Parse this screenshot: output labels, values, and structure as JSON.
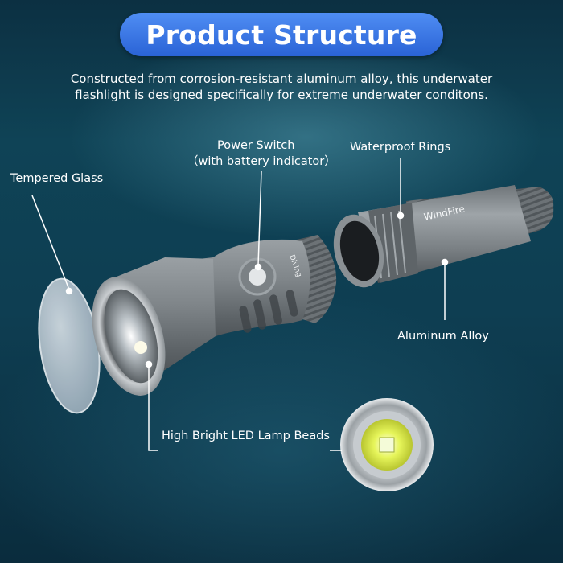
{
  "header": {
    "title": "Product Structure",
    "description_line1": "Constructed from corrosion-resistant aluminum alloy, this underwater",
    "description_line2": "flashlight is designed specifically for extreme underwater conditons."
  },
  "callouts": {
    "power_switch": "Power Switch",
    "power_switch_note": "（with battery indicator）",
    "waterproof_rings": "Waterproof Rings",
    "tempered_glass": "Tempered Glass",
    "aluminum_alloy": "Aluminum Alloy",
    "led_beads": "High Bright LED Lamp Beads"
  },
  "product_marks": {
    "brand": "WindFire",
    "diving_mark": "Diving"
  },
  "colors": {
    "title_pill": "#3a78e8",
    "body_metal": "#7e8488",
    "background": "#0f4356"
  }
}
